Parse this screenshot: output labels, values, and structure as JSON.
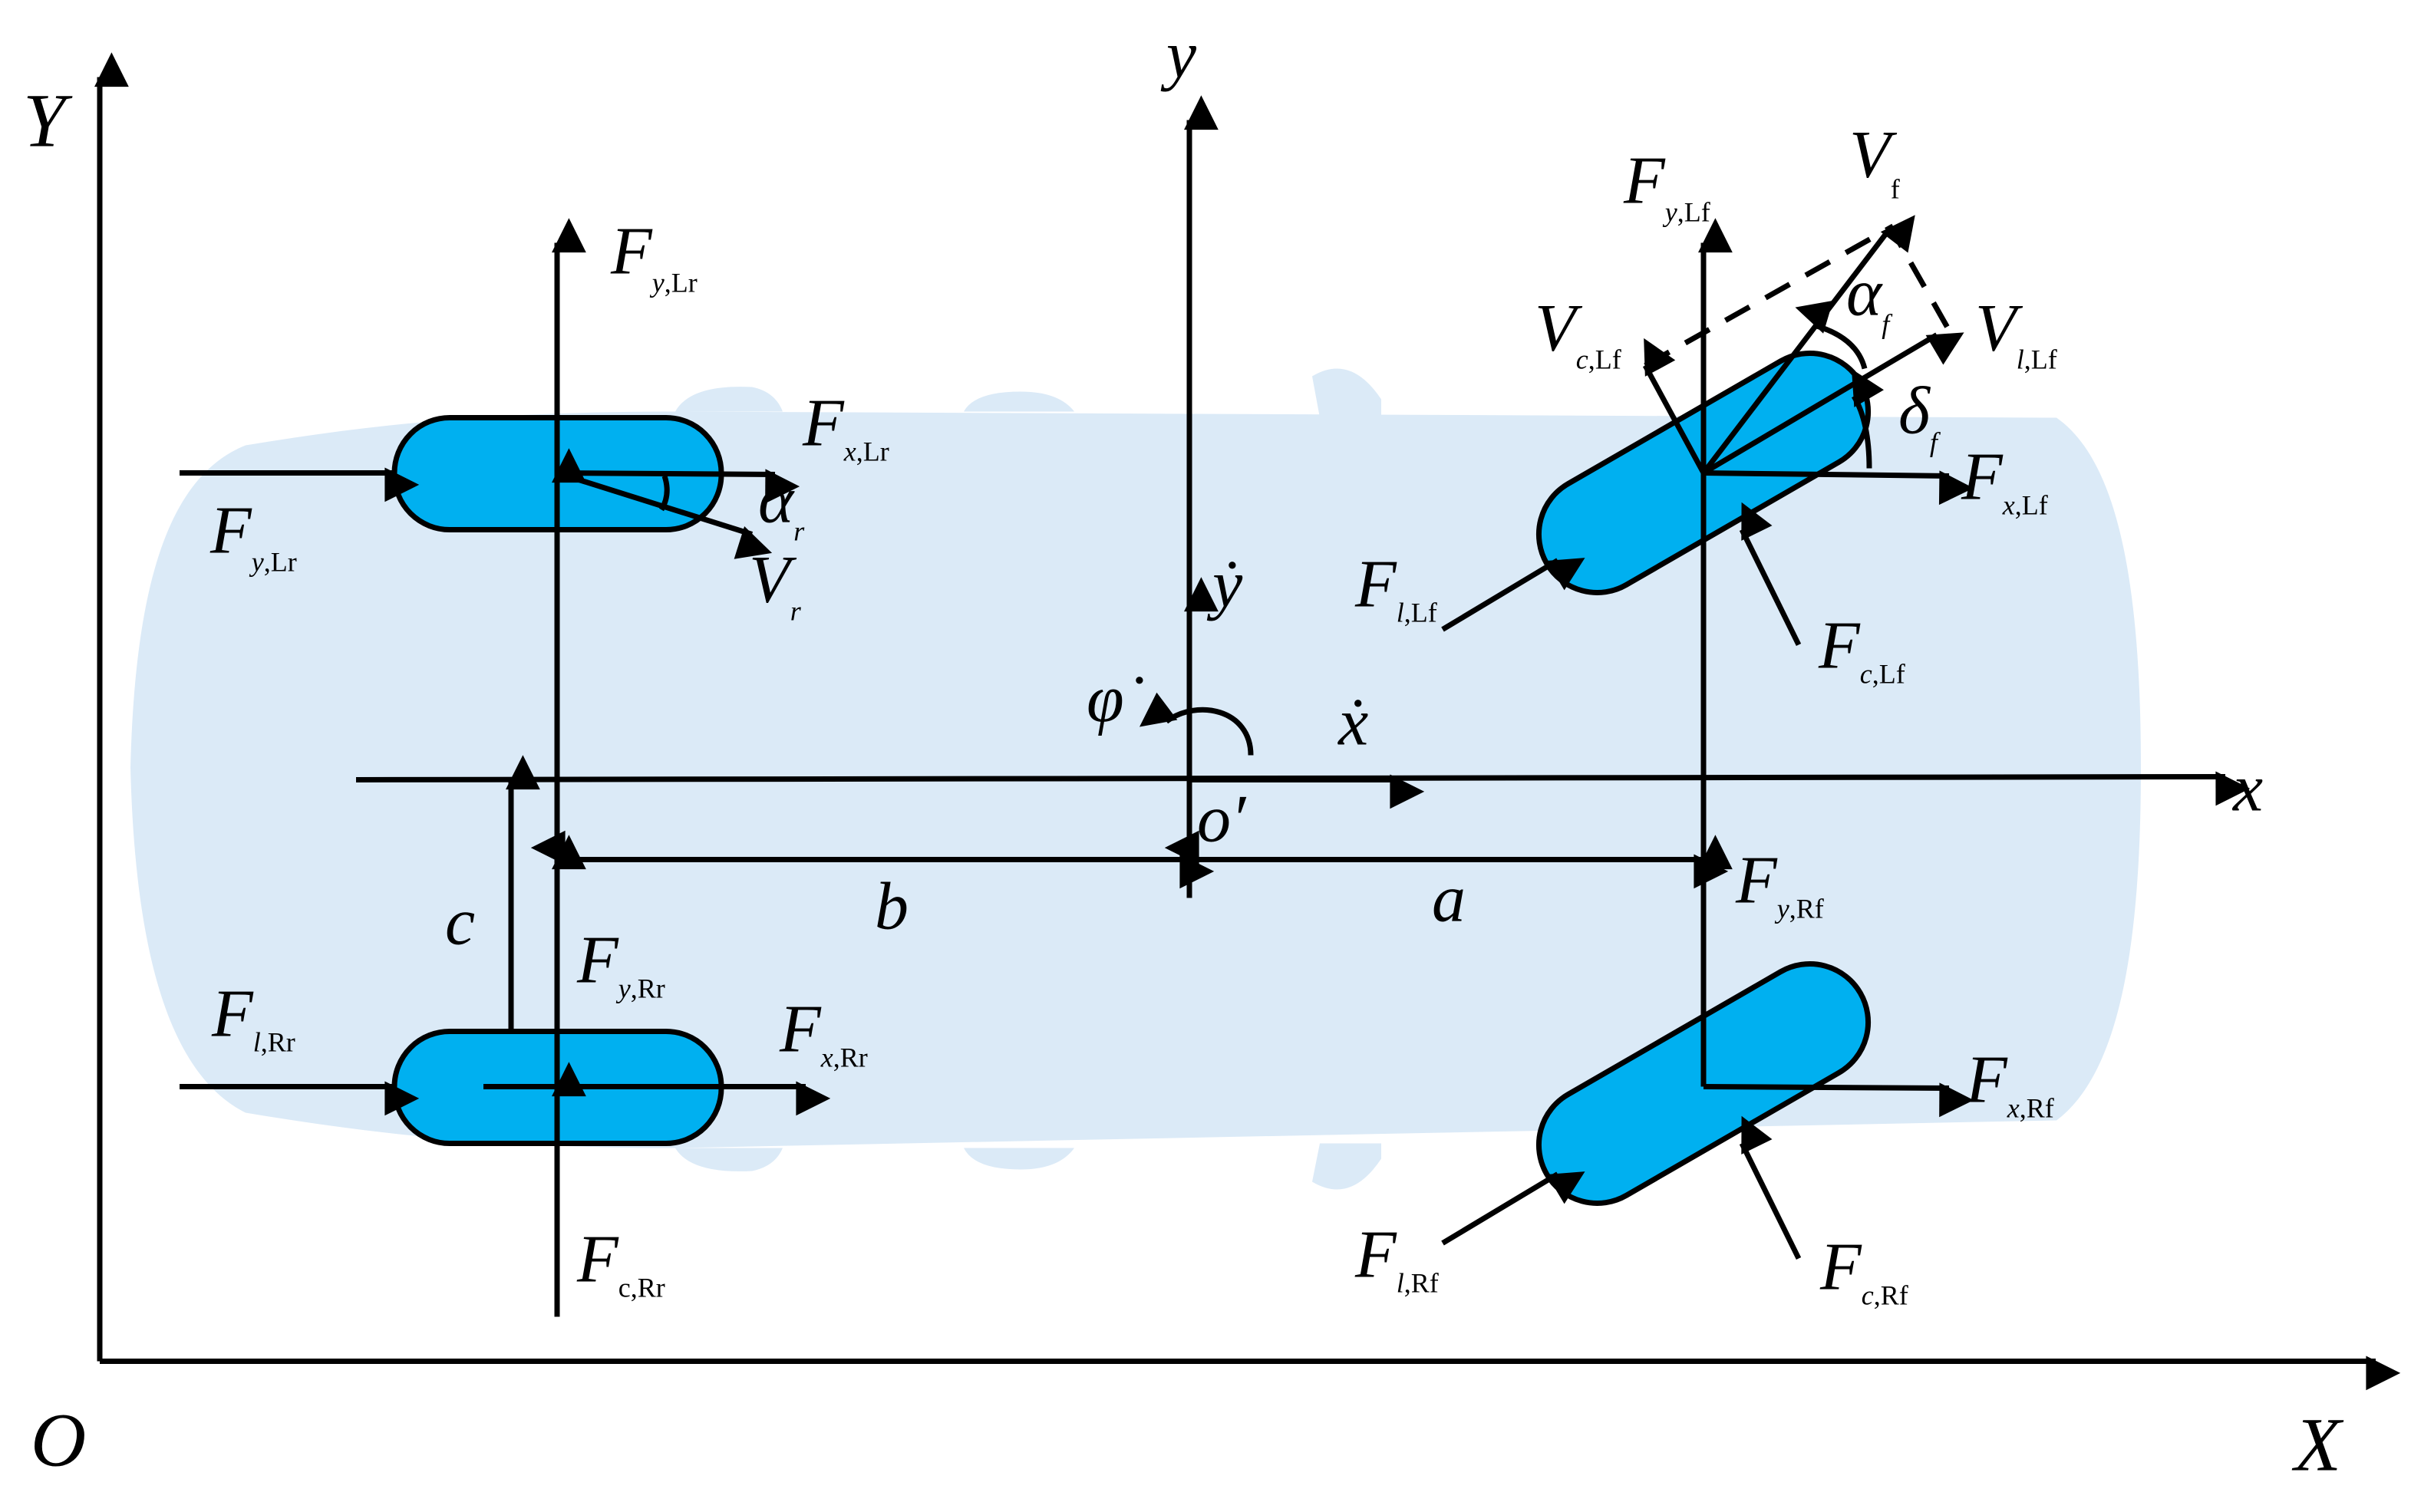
{
  "colors": {
    "body": "#dbeaf7",
    "wheel": "#00b0f0",
    "line": "#000000"
  },
  "global_axes": {
    "X": "X",
    "Y": "Y",
    "origin": "O"
  },
  "local_axes": {
    "x": "x",
    "y": "y",
    "origin": "o′",
    "x_dot": "ẋ",
    "y_dot": "ẏ",
    "phi_dot": "φ̇"
  },
  "dimensions": {
    "a": "a",
    "b": "b",
    "c": "c"
  },
  "labels": {
    "Fy_Lr_top": {
      "main": "F",
      "s1": "y",
      "s2": ",Lr"
    },
    "Fy_Lr_left": {
      "main": "F",
      "s1": "y",
      "s2": ",Lr"
    },
    "Fx_Lr": {
      "main": "F",
      "s1": "x",
      "s2": ",Lr"
    },
    "alpha_r": {
      "main": "α",
      "s1": "r",
      "s2": ""
    },
    "V_r": {
      "main": "V",
      "s1": "r",
      "s2": ""
    },
    "Fl_Rr": {
      "main": "F",
      "s1": "l",
      "s2": ",Rr"
    },
    "Fy_Rr": {
      "main": "F",
      "s1": "y",
      "s2": ",Rr"
    },
    "Fx_Rr": {
      "main": "F",
      "s1": "x",
      "s2": ",Rr"
    },
    "Fc_Rr": {
      "main": "F",
      "s1": "",
      "s2": "c,Rr"
    },
    "Fy_Lf": {
      "main": "F",
      "s1": "y",
      "s2": ",Lf"
    },
    "V_f": {
      "main": "V",
      "s1": "",
      "s2": "f"
    },
    "alpha_f": {
      "main": "α",
      "s1": "f",
      "s2": ""
    },
    "Vc_Lf": {
      "main": "V",
      "s1": "c",
      "s2": ",Lf"
    },
    "Vl_Lf": {
      "main": "V",
      "s1": "l",
      "s2": ",Lf"
    },
    "delta_f": {
      "main": "δ",
      "s1": "f",
      "s2": ""
    },
    "Fx_Lf": {
      "main": "F",
      "s1": "x",
      "s2": ",Lf"
    },
    "Fl_Lf": {
      "main": "F",
      "s1": "l",
      "s2": ",Lf"
    },
    "Fc_Lf": {
      "main": "F",
      "s1": "c",
      "s2": ",Lf"
    },
    "Fy_Rf": {
      "main": "F",
      "s1": "y",
      "s2": ",Rf"
    },
    "Fx_Rf": {
      "main": "F",
      "s1": "x",
      "s2": ",Rf"
    },
    "Fl_Rf": {
      "main": "F",
      "s1": "l",
      "s2": ",Rf"
    },
    "Fc_Rf": {
      "main": "F",
      "s1": "c",
      "s2": ",Rf"
    }
  }
}
